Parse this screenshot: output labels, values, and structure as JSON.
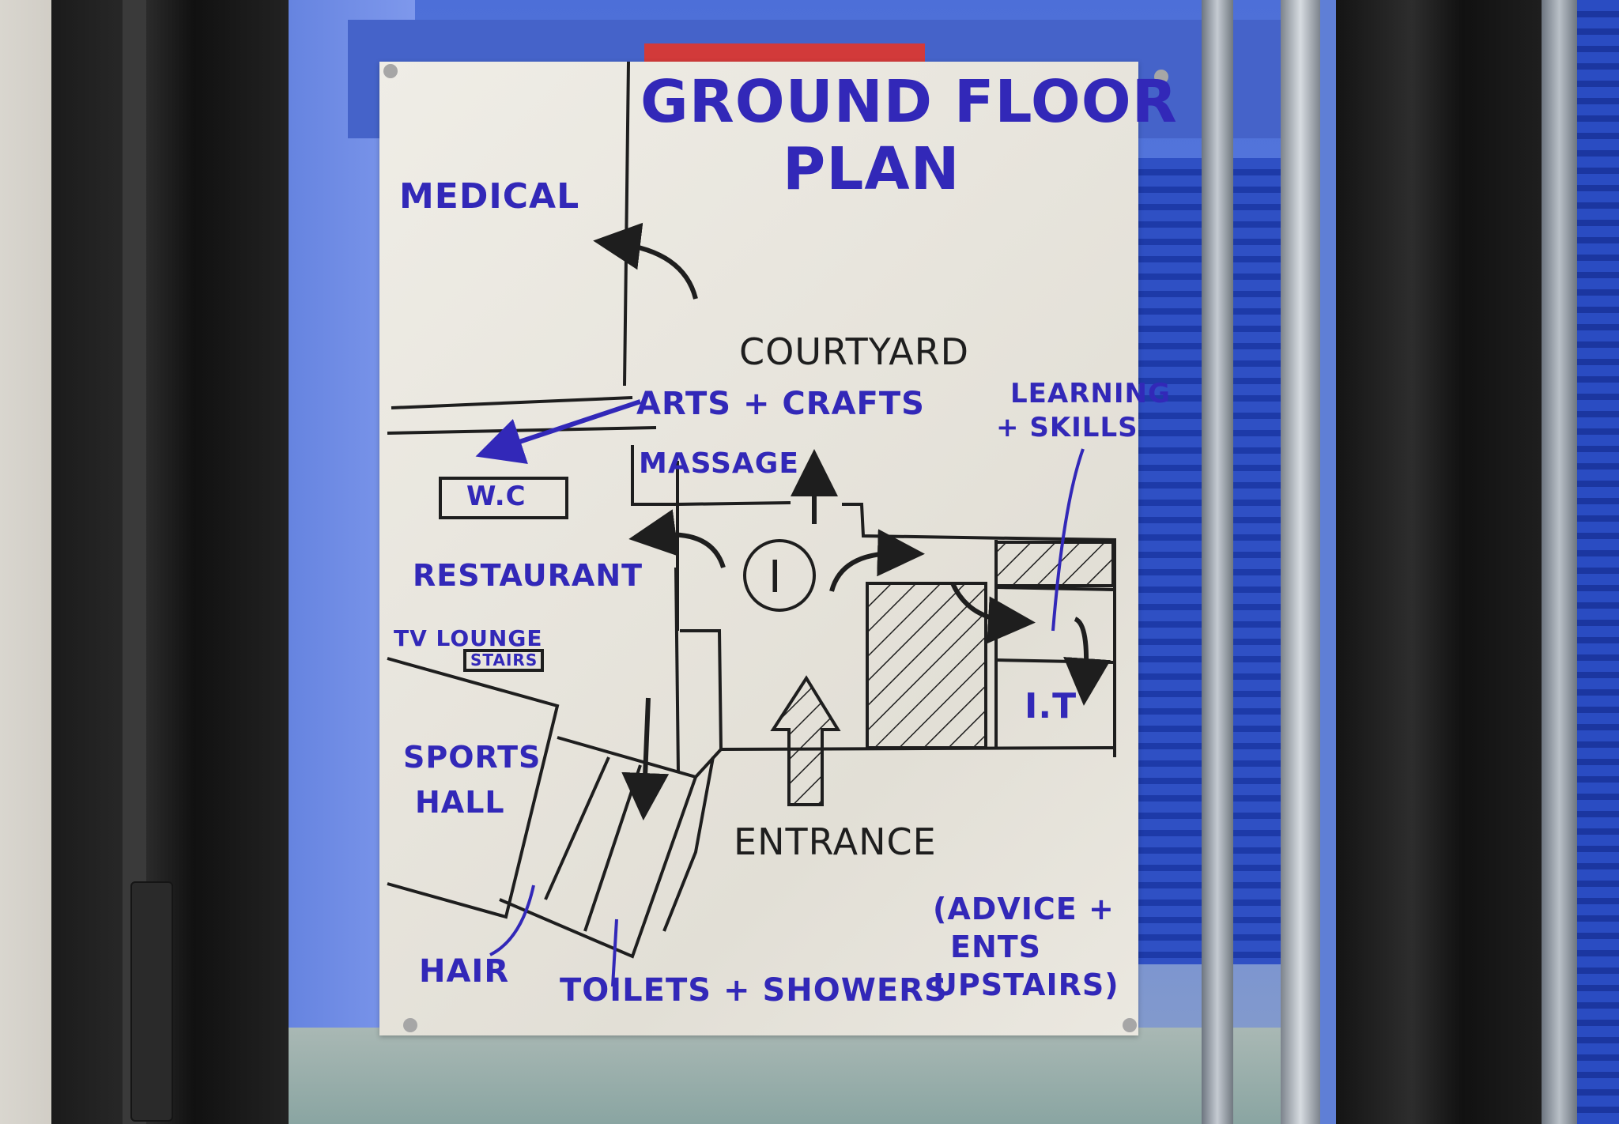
{
  "scene": {
    "description": "Handwritten ground floor plan poster taped inside a glass door",
    "ink_colors": {
      "labels": "#3228b8",
      "plan_lines": "#1e1e1e"
    },
    "paper_color": "#ebe8e0"
  },
  "poster": {
    "title_line1": "GROUND FLOOR",
    "title_line2": "PLAN",
    "labels": {
      "medical": "MEDICAL",
      "courtyard": "COURTYARD",
      "arts_crafts": "ARTS + CRAFTS",
      "massage": "MASSAGE",
      "learning": "LEARNING",
      "skills": "+ SKILLS",
      "wc": "W.C",
      "restaurant": "RESTAURANT",
      "tv_lounge": "TV LOUNGE",
      "stairs": "STAIRS",
      "info": "I",
      "it": "I.T",
      "sports": "SPORTS",
      "hall": "HALL",
      "entrance": "ENTRANCE",
      "hair": "HAIR",
      "toilets_showers": "TOILETS + SHOWERS",
      "advice_line1": "(ADVICE +",
      "advice_line2": "ENTS",
      "advice_line3": "UPSTAIRS)"
    }
  }
}
